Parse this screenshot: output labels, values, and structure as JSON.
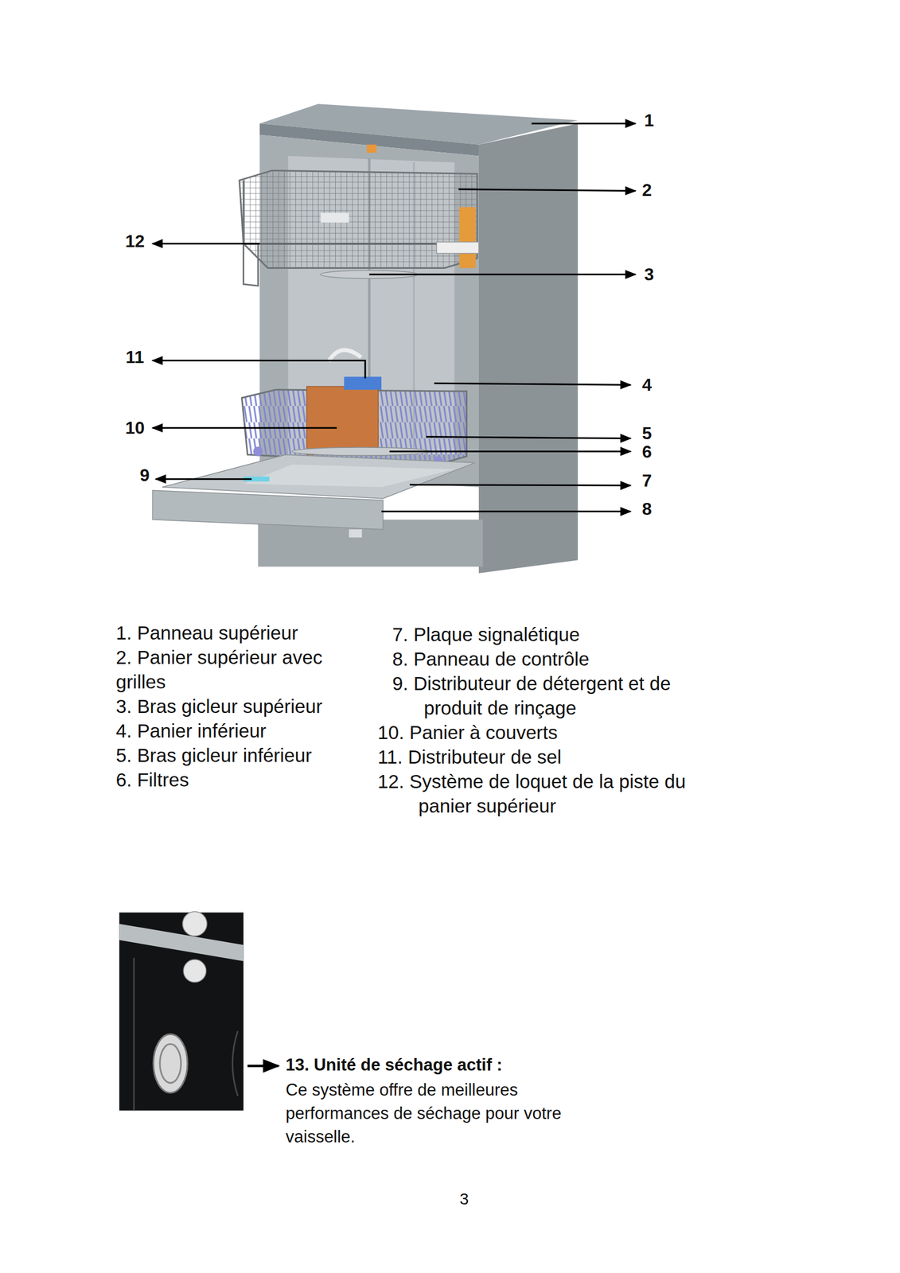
{
  "diagram": {
    "labels": [
      "1",
      "2",
      "12",
      "3",
      "11",
      "4",
      "10",
      "5",
      "6",
      "9",
      "7",
      "8",
      "1. Panneau supérieur",
      "2. Panier supérieur avec grilles",
      "3. Bras gicleur supérieur",
      "4. Panier inférieur",
      "5. Bras gicleur inférieur",
      "6. Filtres",
      "7. Plaque signalétique",
      "8. Panneau de contrôle",
      "9. Distributeur de détergent et de produit de rinçage",
      "10. Panier à couverts",
      "11. Distributeur de sel",
      "12. Système de loquet de la piste du panier supérieur",
      "13. Unité de séchage actif :",
      "Ce système offre de meilleures performances de séchage pour votre vaisselle.",
      "3"
    ]
  }
}
